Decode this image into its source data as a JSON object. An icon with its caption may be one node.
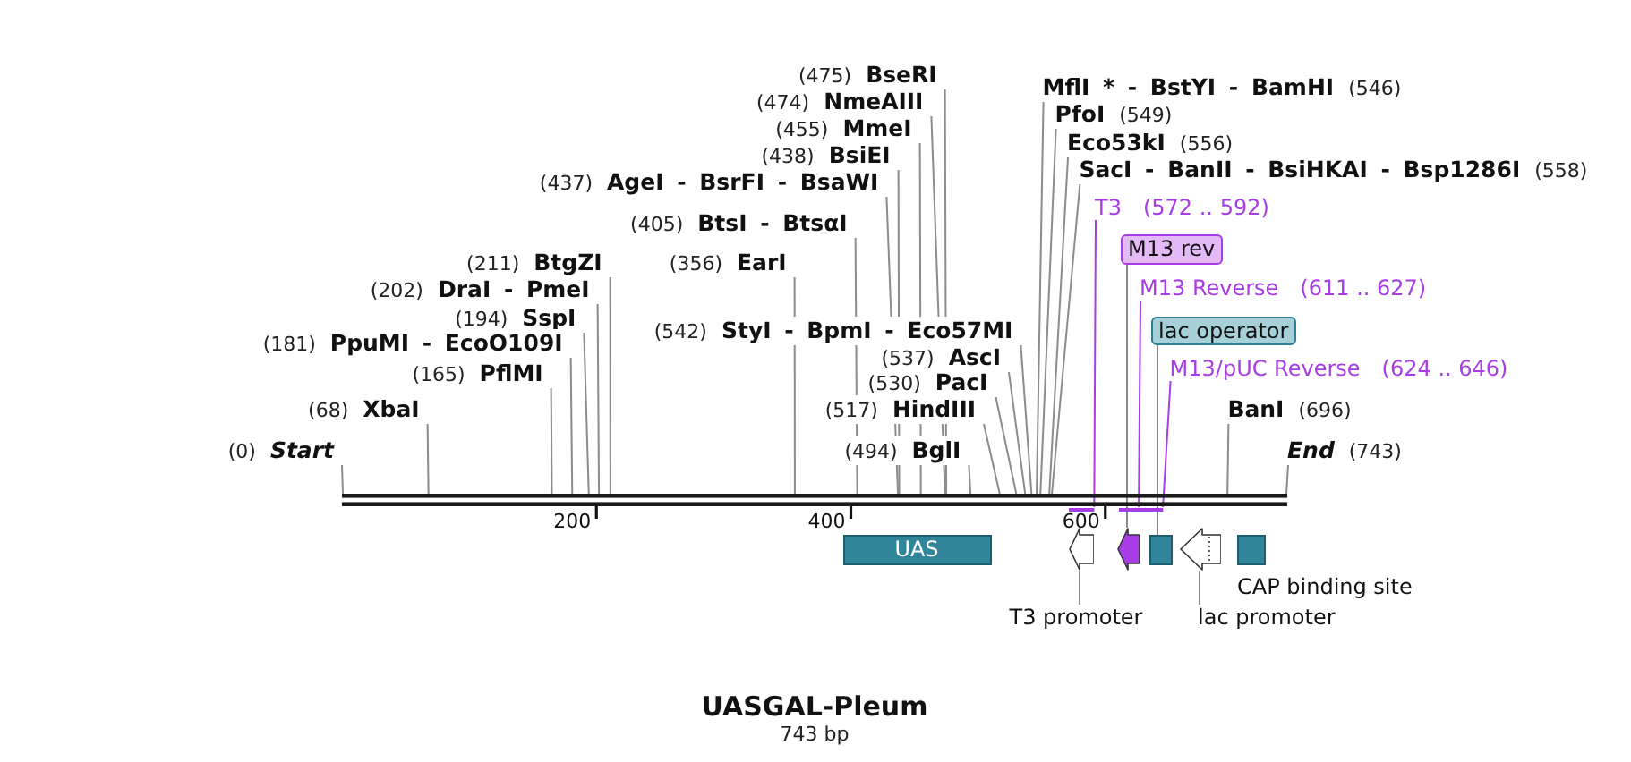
{
  "diagram": {
    "title": "UASGAL-Pleum",
    "caption": "743 bp",
    "nodes": [
      {
        "text": [
          "(475)",
          "BseRI"
        ]
      },
      {
        "text": [
          "MflI * - BstYI - BamHI",
          "(546)"
        ]
      },
      {
        "text": [
          "(474)",
          "NmeAIII"
        ]
      },
      {
        "text": [
          "PfoI",
          "(549)"
        ]
      },
      {
        "text": [
          "(455)",
          "MmeI"
        ]
      },
      {
        "text": [
          "Eco53kI",
          "(556)"
        ]
      },
      {
        "text": [
          "(438)",
          "BsiEI"
        ]
      },
      {
        "text": [
          "SacI - BanII - BsiHKAI - Bsp1286I",
          "(558)"
        ]
      },
      {
        "text": [
          "(437)",
          "AgeI - BsrFI - BsaWI"
        ]
      },
      {
        "text": [
          "T3",
          "(572 .. 592)"
        ]
      },
      {
        "text": [
          "(405)",
          "BtsI - BtsαI"
        ]
      },
      {
        "text": [
          "M13 rev"
        ]
      },
      {
        "text": [
          "(211)",
          "BtgZI"
        ]
      },
      {
        "text": [
          "(356)",
          "EarI"
        ]
      },
      {
        "text": [
          "(202)",
          "DraI - PmeI"
        ]
      },
      {
        "text": [
          "M13 Reverse",
          "(611 .. 627)"
        ]
      },
      {
        "text": [
          "(194)",
          "SspI"
        ]
      },
      {
        "text": [
          "lac operator"
        ]
      },
      {
        "text": [
          "(542)",
          "StyI - BpmI - Eco57MI"
        ]
      },
      {
        "text": [
          "(181)",
          "PpuMI - EcoO109I"
        ]
      },
      {
        "text": [
          "(537)",
          "AscI"
        ]
      },
      {
        "text": [
          "M13/pUC Reverse",
          "(624 .. 646)"
        ]
      },
      {
        "text": [
          "(165)",
          "PflMI"
        ]
      },
      {
        "text": [
          "(530)",
          "PacI"
        ]
      },
      {
        "text": [
          "(68)",
          "XbaI"
        ]
      },
      {
        "text": [
          "(517)",
          "HindIII"
        ]
      },
      {
        "text": [
          "BanI",
          "(696)"
        ]
      },
      {
        "text": [
          "(0)",
          "Start"
        ]
      },
      {
        "text": [
          "(494)",
          "BglI"
        ]
      },
      {
        "text": [
          "End",
          "(743)"
        ]
      },
      {
        "text": [],
        "shape": "bar"
      },
      {
        "text": [],
        "shape": "bar"
      },
      {
        "text": [],
        "shape": "bar"
      },
      {
        "text": [],
        "shape": "bar"
      },
      {
        "text": [
          "UAS"
        ]
      },
      {
        "text": [],
        "shape": "arrow"
      },
      {
        "text": [],
        "shape": "arrow"
      },
      {
        "text": [],
        "shape": "box"
      },
      {
        "text": [],
        "shape": "arrow"
      },
      {
        "text": [],
        "shape": "box",
        "beside": [
          "CAP binding site"
        ]
      },
      {
        "text": [
          "T3 promoter"
        ]
      },
      {
        "text": [
          "lac promoter"
        ]
      }
    ],
    "edges": [
      {
        "from": 0,
        "to": 30,
        "arrow": "none"
      },
      {
        "from": 1,
        "to": 30,
        "arrow": "none"
      },
      {
        "from": 2,
        "to": 30,
        "arrow": "none"
      },
      {
        "from": 3,
        "to": 30,
        "arrow": "none"
      },
      {
        "from": 4,
        "to": 30,
        "arrow": "none"
      },
      {
        "from": 5,
        "to": 30,
        "arrow": "none"
      },
      {
        "from": 6,
        "to": 30,
        "arrow": "none"
      },
      {
        "from": 7,
        "to": 30,
        "arrow": "none"
      },
      {
        "from": 8,
        "to": 30,
        "arrow": "none"
      },
      {
        "from": 9,
        "to": 31,
        "arrow": "none",
        "color": "#a83de8"
      },
      {
        "from": 10,
        "to": 30,
        "arrow": "none"
      },
      {
        "from": 11,
        "to": 36,
        "arrow": "none"
      },
      {
        "from": 12,
        "to": 30,
        "arrow": "none"
      },
      {
        "from": 13,
        "to": 30,
        "arrow": "none"
      },
      {
        "from": 14,
        "to": 30,
        "arrow": "none"
      },
      {
        "from": 15,
        "to": 32,
        "arrow": "none",
        "color": "#a83de8"
      },
      {
        "from": 16,
        "to": 30,
        "arrow": "none"
      },
      {
        "from": 17,
        "to": 37,
        "arrow": "none"
      },
      {
        "from": 18,
        "to": 30,
        "arrow": "none"
      },
      {
        "from": 19,
        "to": 30,
        "arrow": "none"
      },
      {
        "from": 20,
        "to": 30,
        "arrow": "none"
      },
      {
        "from": 21,
        "to": 33,
        "arrow": "none",
        "color": "#a83de8"
      },
      {
        "from": 22,
        "to": 30,
        "arrow": "none"
      },
      {
        "from": 23,
        "to": 30,
        "arrow": "none"
      },
      {
        "from": 24,
        "to": 30,
        "arrow": "none"
      },
      {
        "from": 25,
        "to": 30,
        "arrow": "none"
      },
      {
        "from": 26,
        "to": 30,
        "arrow": "none"
      },
      {
        "from": 27,
        "to": 30,
        "arrow": "none"
      },
      {
        "from": 28,
        "to": 30,
        "arrow": "none"
      },
      {
        "from": 29,
        "to": 30,
        "arrow": "none"
      },
      {
        "from": 40,
        "to": 35,
        "arrow": "none"
      },
      {
        "from": 41,
        "to": 38,
        "arrow": "none"
      }
    ],
    "labels": [
      "200",
      "400",
      "600"
    ]
  }
}
